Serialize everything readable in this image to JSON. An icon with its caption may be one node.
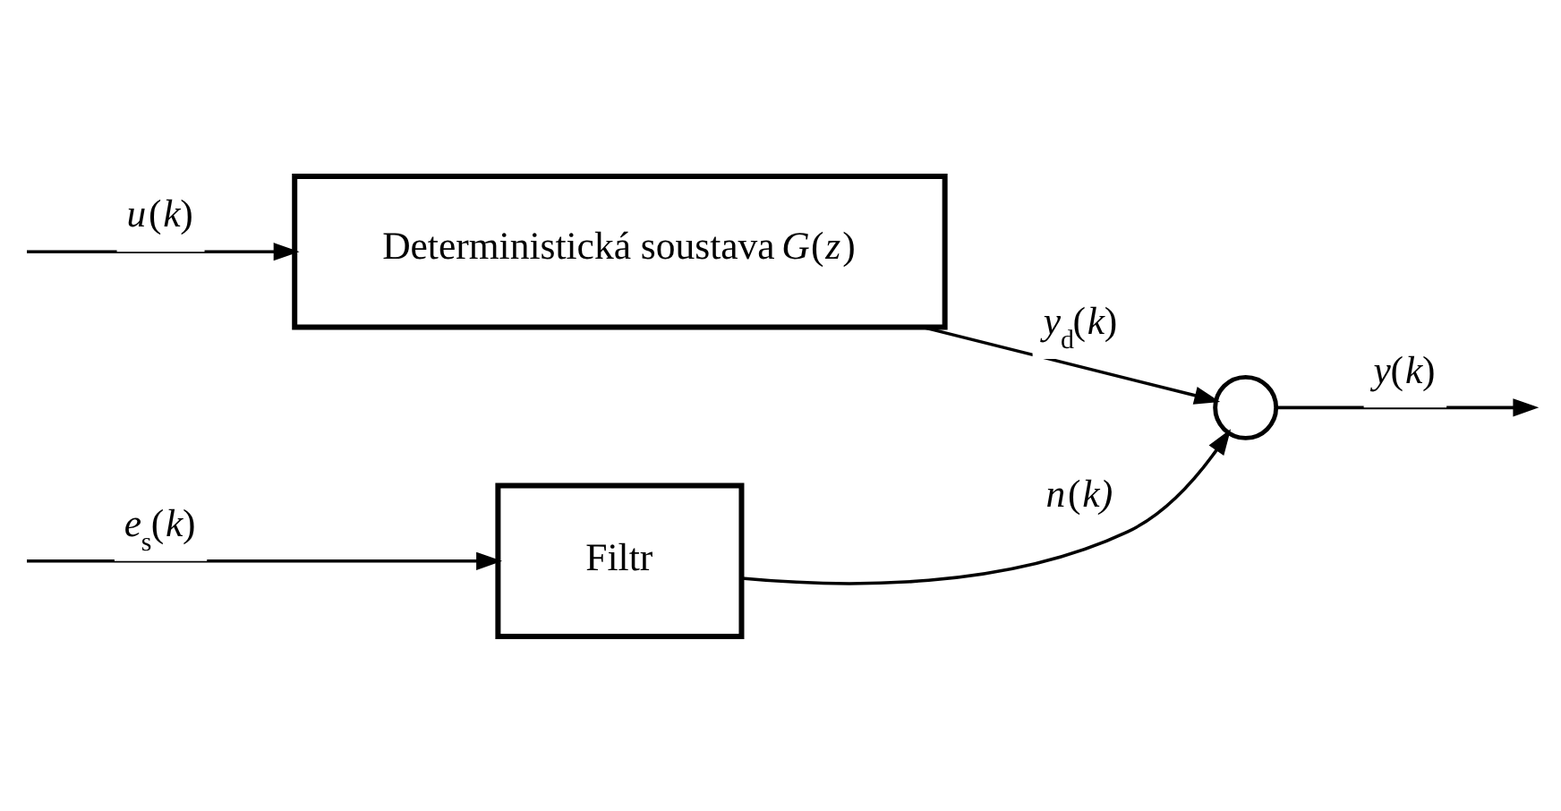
{
  "diagram": {
    "nodes": [
      {
        "text": [
          "Filtr"
        ]
      },
      {
        "text": [
          "Deterministická soustava *G*(*z*)"
        ]
      },
      {
        "text": [],
        "shape": "circle"
      }
    ],
    "edges": [
      {
        "from": null,
        "to": 0,
        "arrow": "to",
        "label": "*e*$_{s}$(*k*)"
      },
      {
        "from": null,
        "to": 1,
        "arrow": "to",
        "label": "*u*(*k*)"
      },
      {
        "from": 0,
        "to": 2,
        "arrow": "to",
        "label": "*n*(*k)*"
      },
      {
        "from": 1,
        "to": 2,
        "arrow": "to",
        "label": "*y*$_{d}$(*k*)"
      },
      {
        "from": 2,
        "to": null,
        "arrow": "to",
        "label": "*y*(*k*)"
      }
    ]
  }
}
